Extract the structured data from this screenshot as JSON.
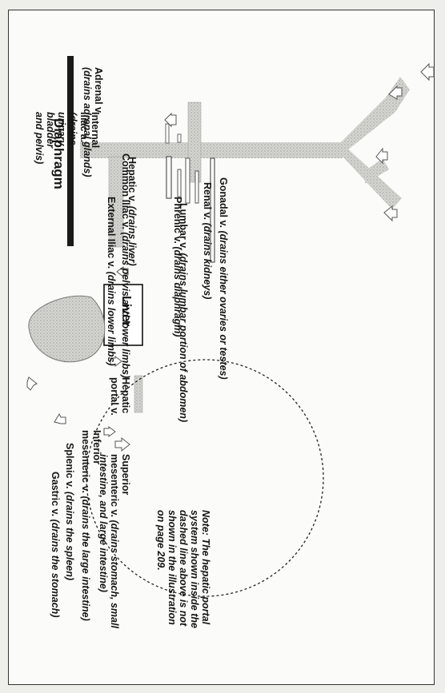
{
  "diaphragm": "Diaphragm",
  "liver": "Liver",
  "hepatic_v": {
    "name": "Hepatic v.",
    "desc": "(drains liver)"
  },
  "phrenic_v": {
    "name": "Phrenic v.",
    "desc": "(drains diaphragm)"
  },
  "renal_v": {
    "name": "Renal v.",
    "desc": "(drains kidneys)"
  },
  "gonadal_v": {
    "name": "Gonadal v.",
    "desc": "(drains either ovaries or testes)"
  },
  "lumbar_v": {
    "name": "Lumbar v.",
    "desc": "(drains lumbar portion of abdomen)"
  },
  "adrenal_v": {
    "name": "Adrenal v.",
    "desc": "(drains adrenal glands)"
  },
  "internal_iliac": {
    "l1": "Internal",
    "l2": "iliac a.",
    "l3": "(drains",
    "l4": "urinary",
    "l5": "bladder",
    "l6": "and pelvis)"
  },
  "common_iliac_v": {
    "name": "Common Iliac v.",
    "desc": "(drains pelvis and lower limbs)"
  },
  "external_iliac_v": {
    "name": "External Iliac v.",
    "desc": "(drains lower limbs)"
  },
  "hepatic_portal": {
    "l1": "Hepatic",
    "l2": "portal v."
  },
  "gastric_v": {
    "name": "Gastric v.",
    "desc": "(drains the stomach)"
  },
  "splenic_v": {
    "name": "Splenic v.",
    "desc": "(drains the spleen)"
  },
  "inferior_mesenteric": {
    "l1": "Inferior",
    "name": "mesenteric v.",
    "desc": "(drains the large intestine)"
  },
  "superior_mesenteric": {
    "l1": "Superior",
    "name": "mesenteric v.",
    "desc": "(drains stomach, small",
    "desc2": "intestine, and large intestine)"
  },
  "note": {
    "label": "Note:",
    "l1": "The hepatic portal",
    "l2": "system shown inside the",
    "l3": "dashed line above is not",
    "l4": "shown in the illustration",
    "l5": "on page 209."
  }
}
